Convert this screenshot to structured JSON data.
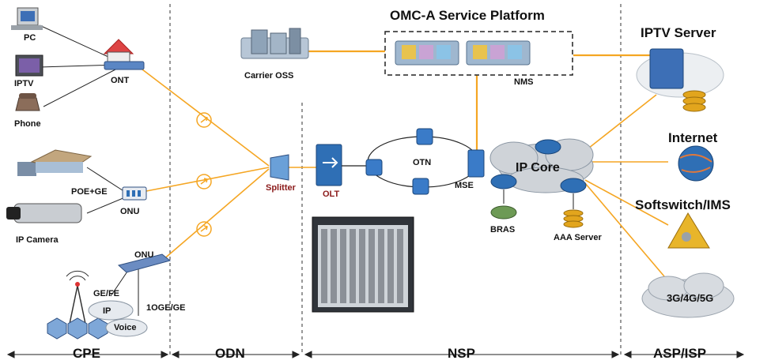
{
  "title": "OMC-A Service Platform",
  "cpe_devices": {
    "pc": "PC",
    "iptv": "IPTV",
    "phone": "Phone",
    "ont": "ONT"
  },
  "onu_devices": {
    "onu_1": "ONU",
    "poe_ge": "POE+GE",
    "ip_camera": "IP Camera",
    "onu_2": "ONU"
  },
  "wireless": {
    "ge_fe": "GE/FE",
    "ip": "IP",
    "voice": "Voice",
    "uplink": "1OGE/GE"
  },
  "odn": {
    "splitter": "Splitter"
  },
  "nsp": {
    "carrier_oss": "Carrier OSS",
    "nms": "NMS",
    "olt": "OLT",
    "otn": "OTN",
    "mse": "MSE",
    "ip_core": "IP Core",
    "bras": "BRAS",
    "aaa_server": "AAA Server"
  },
  "services": {
    "iptv_server": "IPTV Server",
    "internet": "Internet",
    "softswitch": "Softswitch/IMS",
    "mobile": "3G/4G/5G"
  },
  "zones": {
    "cpe": "CPE",
    "odn": "ODN",
    "nsp": "NSP",
    "asp_isp": "ASP/ISP"
  },
  "colors": {
    "fiber": "#f5a623",
    "black_link": "#222222",
    "ip_core_cloud": "#cfd3d8",
    "router": "#2f6fb5",
    "splitter_label": "#8b1a1a"
  }
}
